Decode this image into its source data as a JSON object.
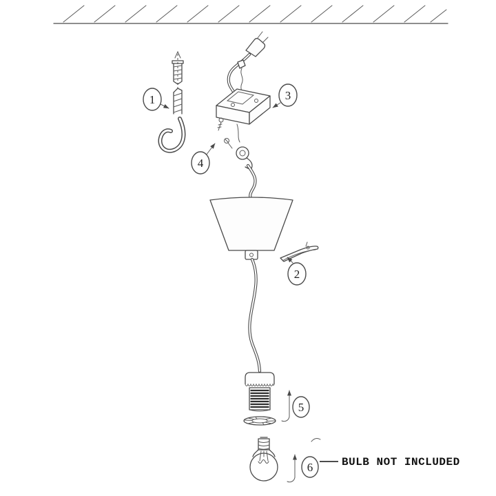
{
  "figure": {
    "callouts": [
      {
        "label": "1"
      },
      {
        "label": "2"
      },
      {
        "label": "3"
      },
      {
        "label": "4"
      },
      {
        "label": "5"
      },
      {
        "label": "6"
      }
    ],
    "note_label": "BULB NOT INCLUDED",
    "colors": {
      "background": "#ffffff",
      "line": "#4a4a4a",
      "thread_dark": "#2e2e2e",
      "text": "#111111"
    }
  }
}
